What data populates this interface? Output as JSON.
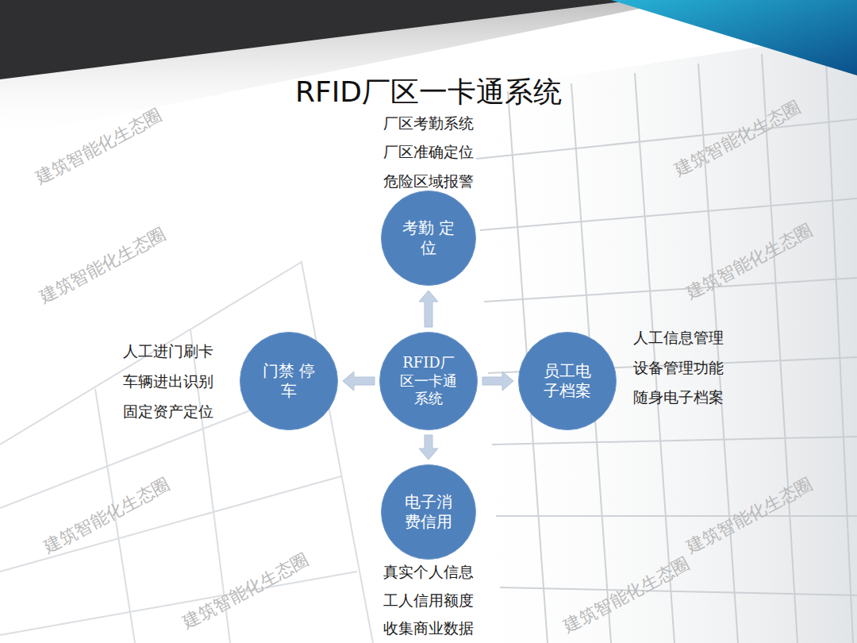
{
  "diagram": {
    "title": "RFID厂区一卡通系统",
    "nodes": [
      {
        "text": [
          "考勤 定位"
        ]
      },
      {
        "text": [
          "门禁 停车"
        ]
      },
      {
        "text": [
          "RFID厂区一卡通系统"
        ]
      },
      {
        "text": [
          "员工电子档案"
        ]
      },
      {
        "text": [
          "电子消费信用"
        ]
      }
    ],
    "edges": [
      {
        "from": 2,
        "to": 0,
        "arrow": "to"
      },
      {
        "from": 2,
        "to": 1,
        "arrow": "to"
      },
      {
        "from": 2,
        "to": 3,
        "arrow": "to"
      },
      {
        "from": 2,
        "to": 4,
        "arrow": "to"
      }
    ],
    "labels": [
      "厂区考勤系统",
      "厂区准确定位",
      "危险区域报警",
      "人工进门刷卡",
      "车辆进出识别",
      "固定资产定位",
      "人工信息管理",
      "设备管理功能",
      "随身电子档案",
      "真实个人信息",
      "工人信用额度",
      "收集商业数据",
      "建筑智能化生态圈",
      "建筑智能化生态圈",
      "建筑智能化生态圈",
      "建筑智能化生态圈",
      "建筑智能化生态圈",
      "建筑智能化生态圈",
      "建筑智能化生态圈",
      "建筑智能化生态圈"
    ]
  }
}
